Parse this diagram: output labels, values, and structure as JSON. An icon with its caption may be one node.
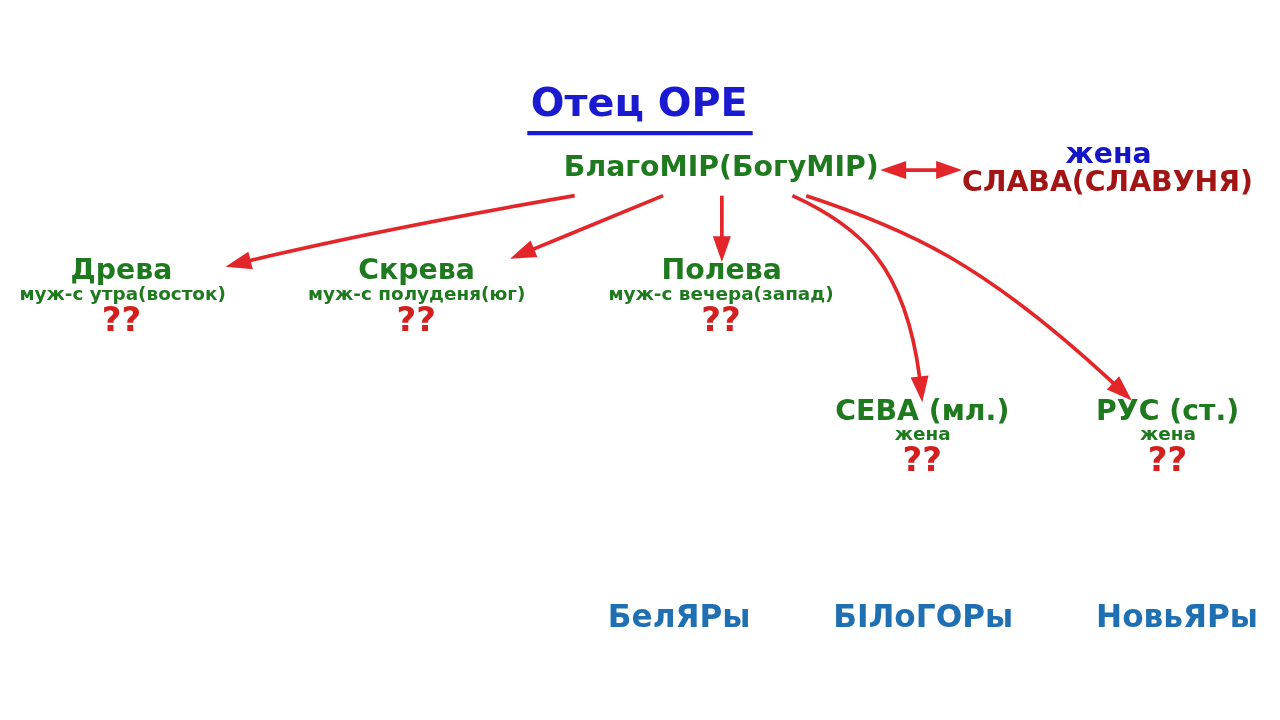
{
  "diagram": {
    "title": "Отец ОРЕ",
    "nodes": [
      {
        "text": [
          "БлагоМІР(БогуМІР)"
        ]
      },
      {
        "text": [
          "жена",
          "СЛАВА(СЛАВУНЯ)"
        ]
      },
      {
        "text": [
          "Древа",
          "муж-с утра(восток)",
          "??"
        ]
      },
      {
        "text": [
          "Скрева",
          "муж-с полуденя(юг)",
          "??"
        ]
      },
      {
        "text": [
          "Полева",
          "муж-с вечера(запад)",
          "??"
        ]
      },
      {
        "text": [
          "СЕВА (мл.)",
          "жена",
          "??"
        ]
      },
      {
        "text": [
          "РУС (ст.)",
          "жена",
          "??"
        ]
      }
    ],
    "edges": [
      {
        "from": 0,
        "to": 1,
        "arrow": "both"
      },
      {
        "from": 0,
        "to": 2,
        "arrow": "to"
      },
      {
        "from": 0,
        "to": 3,
        "arrow": "to"
      },
      {
        "from": 0,
        "to": 4,
        "arrow": "to"
      },
      {
        "from": 0,
        "to": 5,
        "arrow": "to"
      },
      {
        "from": 0,
        "to": 6,
        "arrow": "to"
      }
    ],
    "labels": [
      "БелЯРы",
      "БІЛоГОРы",
      "НовьЯРы"
    ]
  }
}
